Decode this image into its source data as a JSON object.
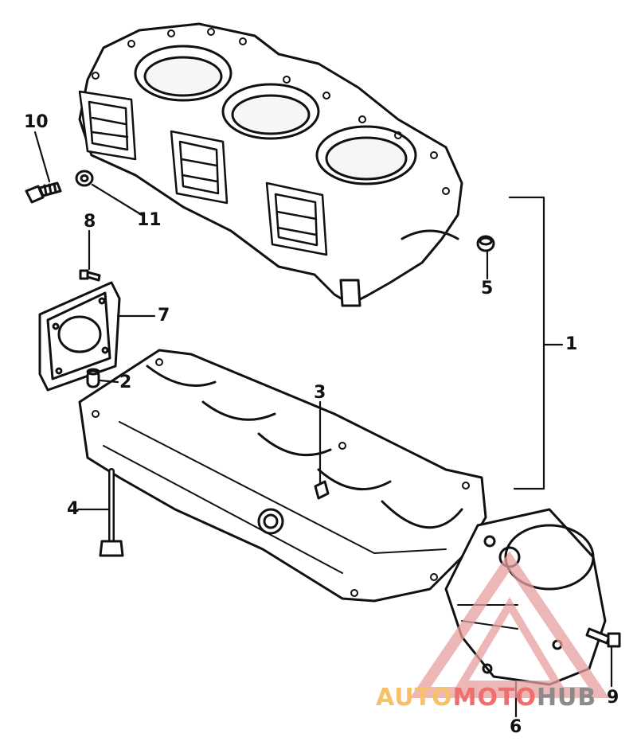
{
  "callouts": {
    "p1": "1",
    "p2": "2",
    "p3": "3",
    "p4": "4",
    "p5": "5",
    "p6": "6",
    "p7": "7",
    "p8": "8",
    "p9": "9",
    "p10": "10",
    "p11": "11"
  },
  "watermark": {
    "part_a": "AUTO",
    "part_b": "MOTO",
    "part_c": "HUB",
    "color_a": "#f5c26b",
    "color_b": "#ee6f6f",
    "color_c": "#8b8b8b"
  },
  "colors": {
    "ink": "#111111",
    "background": "#ffffff",
    "logo_red": "#e8a0a0"
  }
}
